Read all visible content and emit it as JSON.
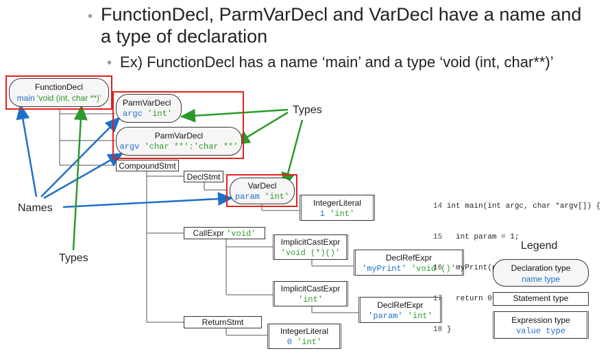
{
  "heading": {
    "line1_prefix": "FunctionDecl, ParmVarDecl",
    "line1_and": "and",
    "line1_varDecl": "VarDecl",
    "line1_suffix": "have a name and",
    "line2": "a type of declaration",
    "sub_ex": "Ex)",
    "sub_fd": "FunctionDecl",
    "sub_has": "has a name ‘main’ and a type ‘void (int, char**)’"
  },
  "nodes": {
    "functionDecl": {
      "title": "FunctionDecl",
      "name": "main",
      "type": "'void (int, char **)'"
    },
    "parmVarDecl1": {
      "title": "ParmVarDecl",
      "name": "argc",
      "type": "'int'"
    },
    "parmVarDecl2": {
      "title": "ParmVarDecl",
      "name": "argv",
      "type": "'char **':'char **'"
    },
    "compoundStmt": {
      "title": "CompoundStmt"
    },
    "declStmt": {
      "title": "DeclStmt"
    },
    "varDecl": {
      "title": "VarDecl",
      "name": "param",
      "type": "'int'"
    },
    "integerLiteral1": {
      "title": "IntegerLiteral",
      "value": "1",
      "type": "'int'"
    },
    "callExpr": {
      "title": "CallExpr",
      "type": "'void'"
    },
    "implicitCast1": {
      "title": "ImplicitCastExpr",
      "type": "'void (*)()'"
    },
    "declRef1": {
      "title": "DeclRefExpr",
      "name": "'myPrint'",
      "type": "'void ()'"
    },
    "implicitCast2": {
      "title": "ImplicitCastExpr",
      "type": "'int'"
    },
    "declRef2": {
      "title": "DeclRefExpr",
      "name": "'param'",
      "type": "'int'"
    },
    "returnStmt": {
      "title": "ReturnStmt"
    },
    "integerLiteral2": {
      "title": "IntegerLiteral",
      "value": "0",
      "type": "'int'"
    }
  },
  "labels": {
    "types_top": "Types",
    "names": "Names",
    "types_bottom": "Types"
  },
  "code": {
    "lines": [
      {
        "num": "14",
        "text": "int main(int argc, char *argv[]) {"
      },
      {
        "num": "15",
        "text": "  int param = 1;"
      },
      {
        "num": "16",
        "text": "  myPrint(param);"
      },
      {
        "num": "17",
        "text": "  return 0;"
      },
      {
        "num": "18",
        "text": "}"
      }
    ]
  },
  "legend": {
    "title": "Legend",
    "decl_title": "Declaration type",
    "decl_sub": "name type",
    "stmt_title": "Statement type",
    "expr_title": "Expression type",
    "expr_sub": "value type"
  },
  "colors": {
    "highlight": "#e0201b",
    "names_arrow": "#1f6fc8",
    "types_arrow": "#2a9a2a"
  }
}
